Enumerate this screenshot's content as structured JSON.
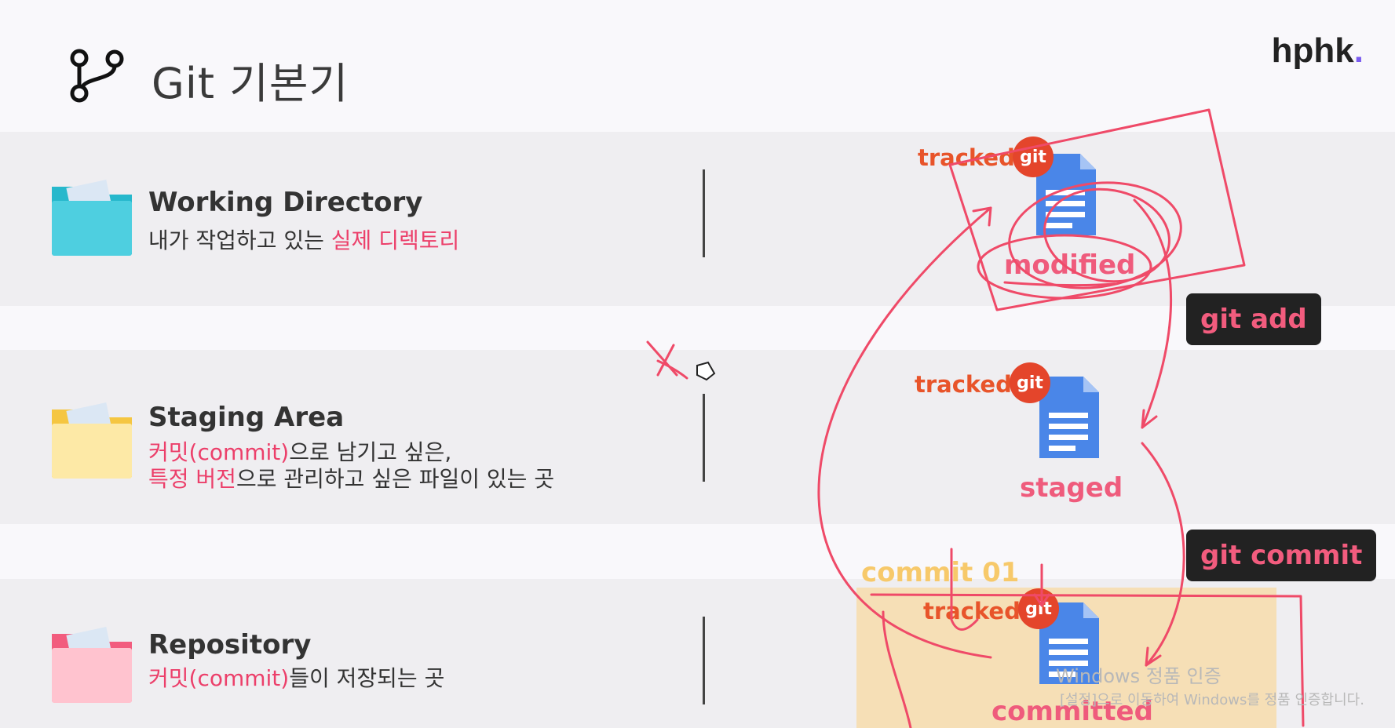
{
  "header": {
    "title": "Git 기본기",
    "brand": "hphk",
    "brand_dot": "."
  },
  "rows": [
    {
      "title": "Working Directory",
      "desc_plain": "내가 작업하고 있는 ",
      "desc_accent": "실제 디렉토리"
    },
    {
      "title": "Staging Area",
      "line1_accent": "커밋(commit)",
      "line1_plain": "으로 남기고 싶은,",
      "line2_accent": "특정 버전",
      "line2_plain": "으로 관리하고 싶은 파일이 있는 곳"
    },
    {
      "title": "Repository",
      "desc_accent": "커밋(commit)",
      "desc_plain": "들이 저장되는 곳"
    }
  ],
  "files": [
    {
      "tracked": "tracked",
      "badge": "git",
      "state": "modified"
    },
    {
      "tracked": "tracked",
      "badge": "git",
      "state": "staged"
    },
    {
      "tracked": "tracked",
      "badge": "git",
      "state": "committed"
    }
  ],
  "commands": {
    "add": "git add",
    "commit": "git commit"
  },
  "commit_label": "commit 01",
  "watermark": {
    "line1": "Windows 정품 인증",
    "line2": "[설정]으로 이동하여 Windows를 정품 인증합니다."
  },
  "colors": {
    "accent": "#ec3f6a",
    "annotation": "#ef4a68",
    "folder_blue": "#4ecfe0",
    "folder_yellow": "#fde9a6",
    "folder_pink": "#ffc3cf",
    "doc_blue": "#4a86e8"
  }
}
